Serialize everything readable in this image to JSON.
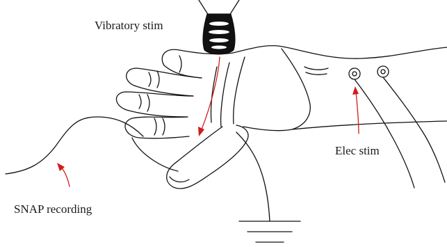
{
  "labels": {
    "vibratory": "Vibratory stim",
    "electrical": "Elec stim",
    "snap": "SNAP recording"
  },
  "colors": {
    "ink": "#111111",
    "arrow": "#d21c1c",
    "background": "#ffffff"
  }
}
